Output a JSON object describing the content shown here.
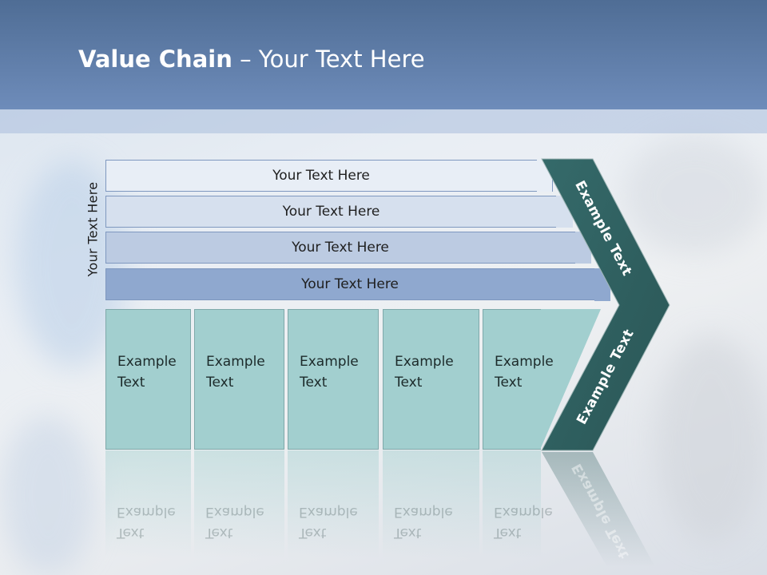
{
  "title": {
    "bold": "Value Chain",
    "rest": " – Your Text Here"
  },
  "side_label": "Your Text Here",
  "rows": [
    {
      "label": "Your Text Here"
    },
    {
      "label": "Your Text Here"
    },
    {
      "label": "Your Text Here"
    },
    {
      "label": "Your Text Here"
    }
  ],
  "boxes": [
    {
      "line1": "Example",
      "line2": "Text"
    },
    {
      "line1": "Example",
      "line2": "Text"
    },
    {
      "line1": "Example",
      "line2": "Text"
    },
    {
      "line1": "Example",
      "line2": "Text"
    },
    {
      "line1": "Example",
      "line2": "Text"
    }
  ],
  "chevron": {
    "upper_label": "Example Text",
    "lower_label": "Example Text"
  },
  "colors": {
    "header": "#5a78a3",
    "chevron": "#2f5f5f",
    "box": "#a2cfcf",
    "row_shades": [
      "#e8eef6",
      "#d6e0ee",
      "#bccbe2",
      "#8fa8cf"
    ]
  }
}
